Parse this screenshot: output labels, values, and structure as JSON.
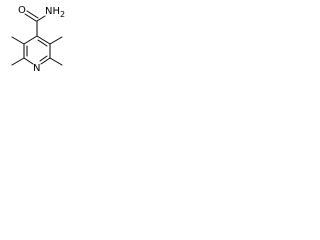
{
  "molecule": {
    "amide_label": "NH",
    "amide_subscript": "2",
    "carbonyl_label": "O",
    "ring_nitrogen_label": "N"
  },
  "colors": {
    "bonds": "#000000",
    "labels": "#000000",
    "background": "#ffffff"
  }
}
